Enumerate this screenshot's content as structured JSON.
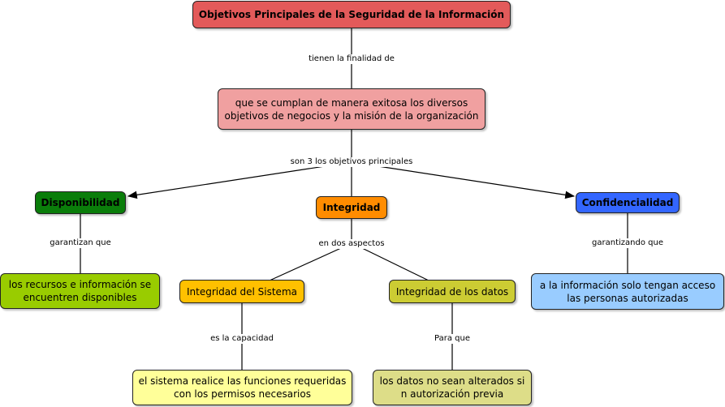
{
  "nodes": {
    "root": "Objetivos Principales de la Seguridad de la Información",
    "purpose": "que se cumplan de manera exitosa los diversos objetivos de negocios y la misión de la organización",
    "disponibilidad": "Disponibilidad",
    "integridad": "Integridad",
    "confidencialidad": "Confidencialidad",
    "disp_detail": "los recursos e información se encuentren disponibles",
    "int_sistema": "Integridad del Sistema",
    "int_datos": "Integridad de los datos",
    "conf_detail": "a la información solo tengan acceso las personas autorizadas",
    "sistema_detail": "el sistema realice las funciones requeridas con los permisos necesarios",
    "datos_detail": "los datos no sean alterados si n autorización previa"
  },
  "links": {
    "finalidad": "tienen la finalidad de",
    "tres_objetivos": "son 3 los objetivos principales",
    "garantizan": "garantizan que",
    "dos_aspectos": "en dos aspectos",
    "garantizando": "garantizando que",
    "capacidad": "es la capacidad",
    "para_que": "Para que"
  },
  "colors": {
    "root": "#e35a5a",
    "purpose": "#f0a0a0",
    "disponibilidad": "#0a7d0a",
    "integridad": "#ff8c00",
    "confidencialidad": "#3366ff",
    "disp_detail": "#99cc00",
    "int_sistema": "#ffc000",
    "int_datos": "#cccc33",
    "conf_detail": "#99ccff",
    "sistema_detail": "#ffff99",
    "datos_detail": "#dddd88"
  }
}
